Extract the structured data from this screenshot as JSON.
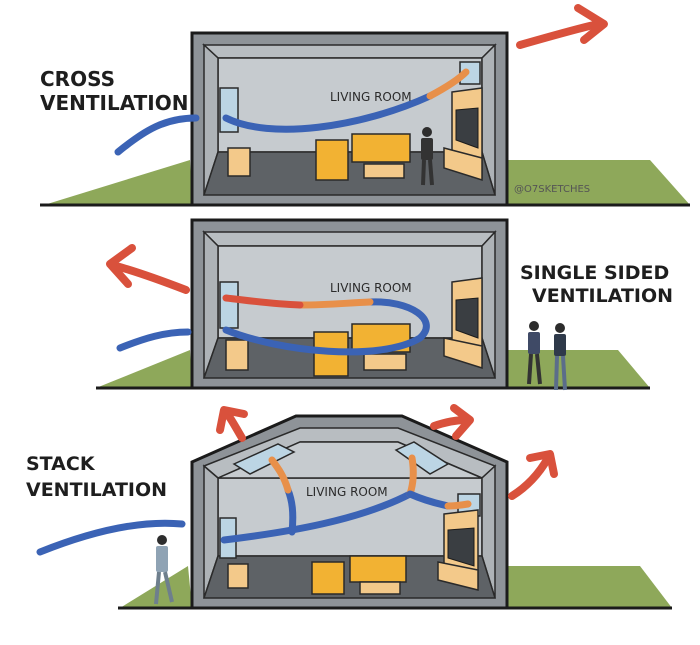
{
  "panels": {
    "cross": {
      "title_line1": "CROSS",
      "title_line2": "VENTILATION",
      "room_label": "LIVING ROOM",
      "credit": "@O7SKETCHES"
    },
    "single": {
      "title_line1": "SINGLE SIDED",
      "title_line2": "VENTILATION",
      "room_label": "LIVING ROOM"
    },
    "stack": {
      "title_line1": "STACK",
      "title_line2": "VENTILATION",
      "room_label": "LIVING ROOM"
    }
  },
  "colors": {
    "cool_air": "#3b63b5",
    "warm_air": "#e8904a",
    "hot_air": "#d9513c",
    "wall": "#8e9398",
    "wall_inner": "#c3c8cc",
    "floor": "#5e6266",
    "grass": "#8ea85a",
    "sofa": "#f2b233",
    "cabinet": "#f3c98a",
    "window": "#bcd5e4",
    "tv": "#3a3e42"
  }
}
